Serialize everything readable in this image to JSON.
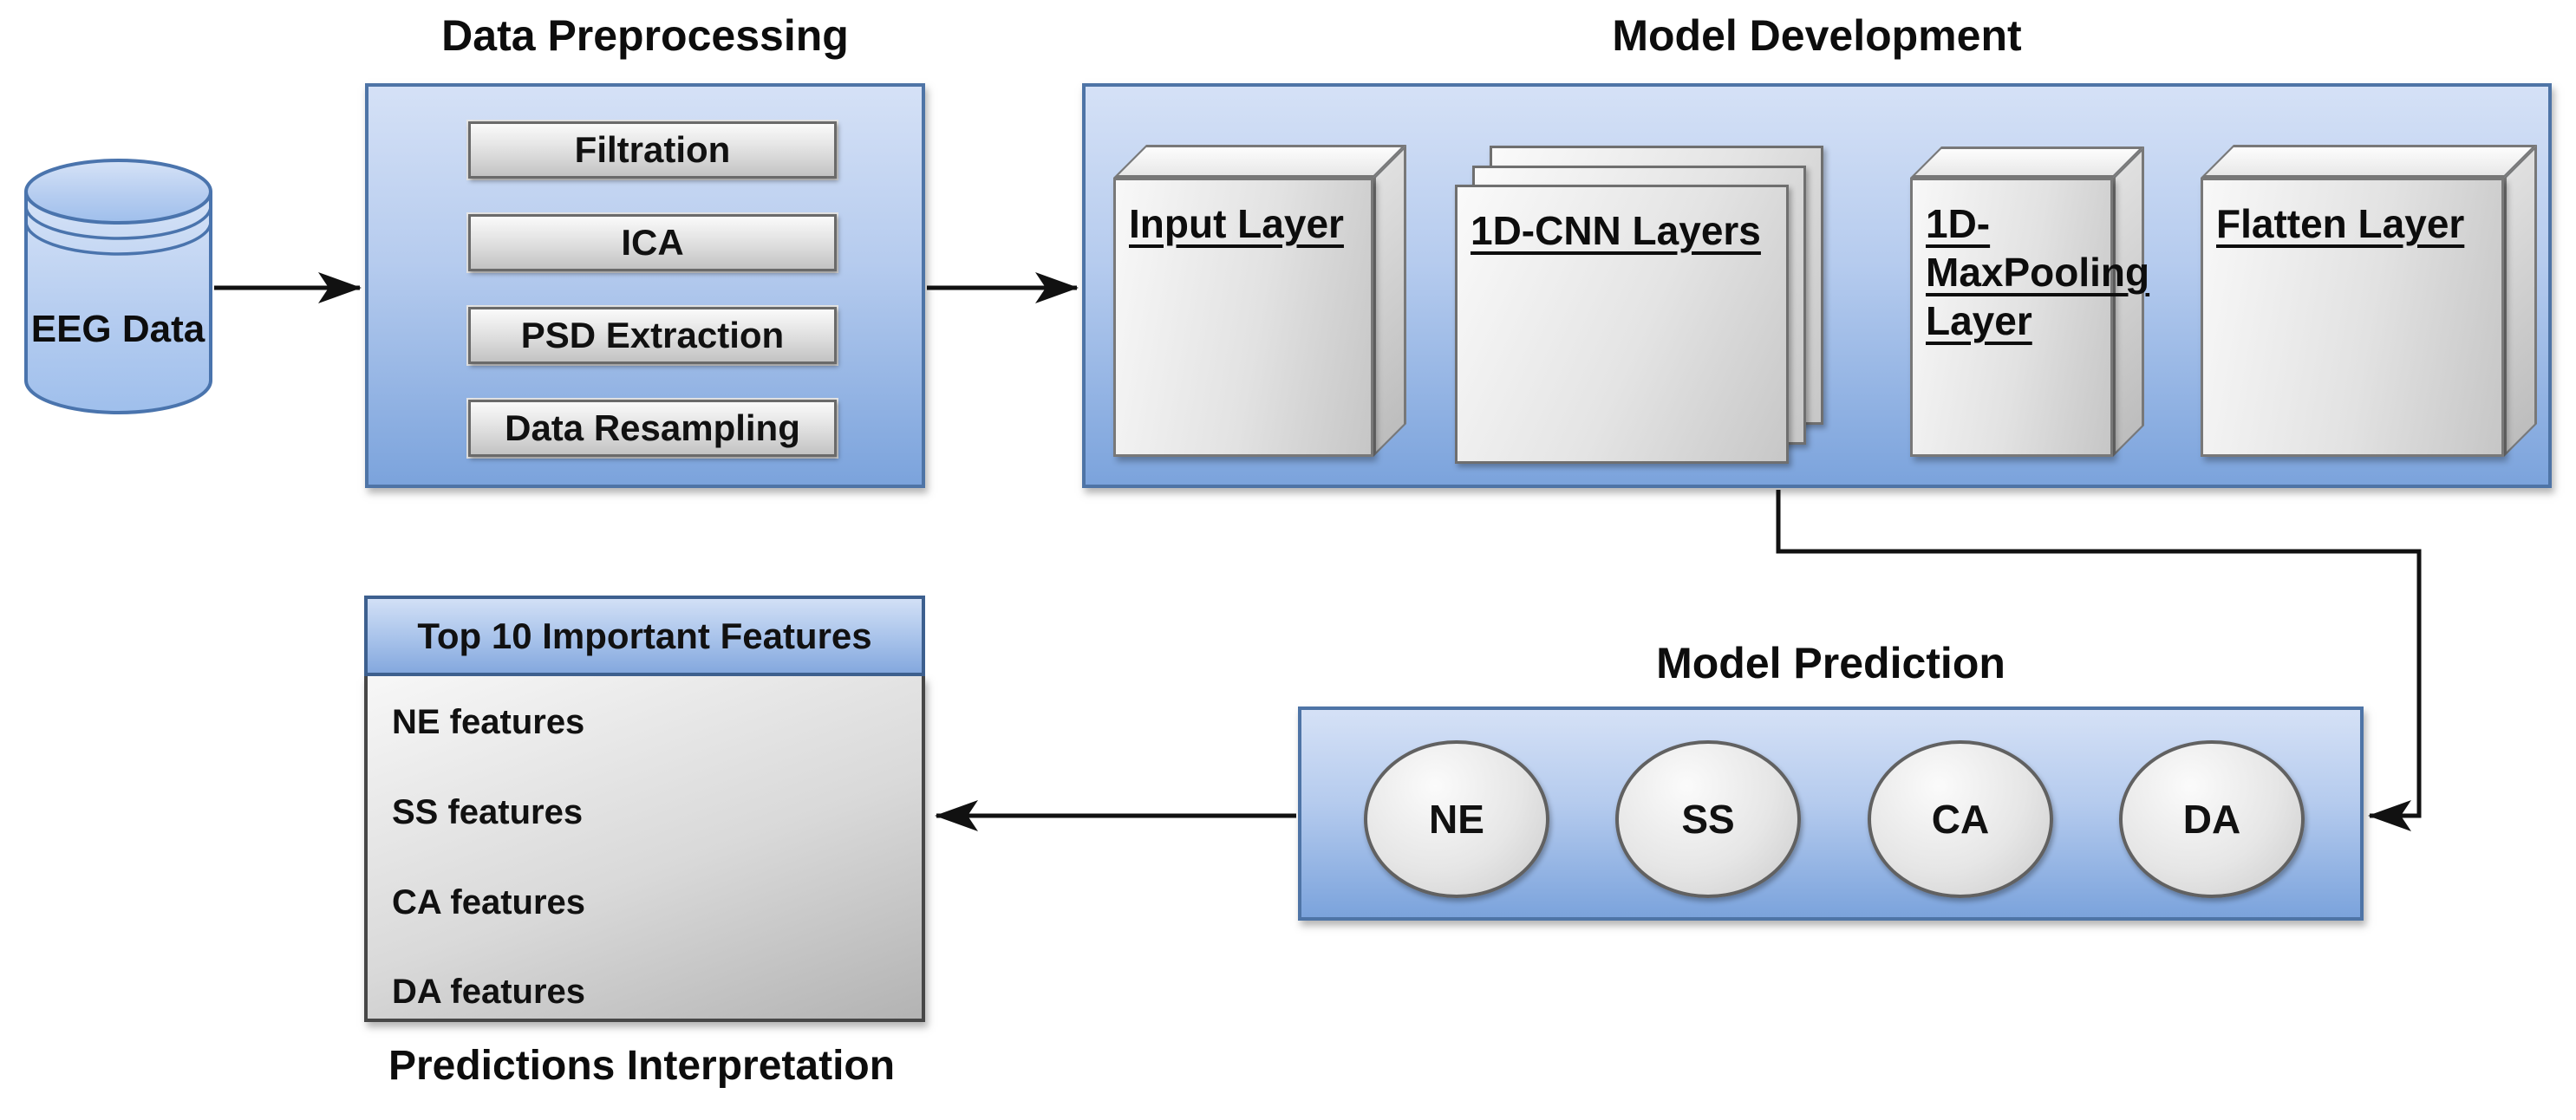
{
  "source": {
    "label": "EEG Data"
  },
  "stages": {
    "preprocessing": {
      "title": "Data Preprocessing",
      "steps": [
        "Filtration",
        "ICA",
        "PSD Extraction",
        "Data Resampling"
      ]
    },
    "development": {
      "title": "Model Development",
      "layers": [
        {
          "label": "Input Layer"
        },
        {
          "label": "1D-CNN Layers"
        },
        {
          "label": "1D-MaxPooling Layer"
        },
        {
          "label": "Flatten Layer"
        }
      ]
    },
    "prediction": {
      "title": "Model Prediction",
      "classes": [
        "NE",
        "SS",
        "CA",
        "DA"
      ]
    },
    "interpretation": {
      "caption": "Predictions Interpretation",
      "features_header": "Top 10 Important Features",
      "features": [
        "NE features",
        "SS features",
        "CA features",
        "DA features"
      ]
    }
  },
  "colors": {
    "panel_blue_top": "#d5e1f6",
    "panel_blue_bottom": "#7ba3dc",
    "panel_border": "#4e74a6",
    "shape_gray_light": "#f8f8f8",
    "shape_gray_dark": "#c2c2c2",
    "shape_border": "#787878",
    "arrow": "#111111",
    "text": "#0d0d0d",
    "background": "#ffffff"
  }
}
